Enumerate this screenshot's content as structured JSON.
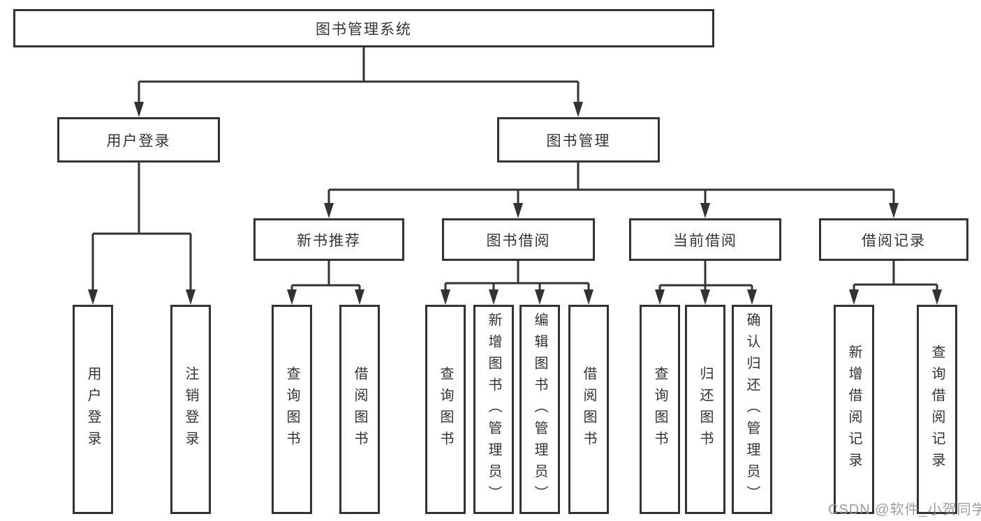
{
  "tree": {
    "label": "图书管理系统",
    "children": [
      {
        "label": "用户登录",
        "children": [
          {
            "label": "用户登录"
          },
          {
            "label": "注销登录"
          }
        ]
      },
      {
        "label": "图书管理",
        "children": [
          {
            "label": "新书推荐",
            "children": [
              {
                "label": "查询图书"
              },
              {
                "label": "借阅图书"
              }
            ]
          },
          {
            "label": "图书借阅",
            "children": [
              {
                "label": "查询图书"
              },
              {
                "label": "新增图书（管理员）"
              },
              {
                "label": "编辑图书（管理员）"
              },
              {
                "label": "借阅图书"
              }
            ]
          },
          {
            "label": "当前借阅",
            "children": [
              {
                "label": "查询图书"
              },
              {
                "label": "归还图书"
              },
              {
                "label": "确认归还（管理员）"
              }
            ]
          },
          {
            "label": "借阅记录",
            "children": [
              {
                "label": "新增借阅记录"
              },
              {
                "label": "查询借阅记录"
              }
            ]
          }
        ]
      }
    ]
  },
  "watermark": "CSDN @软件_小贺同学",
  "colors": {
    "line": "#333333",
    "text": "#333333",
    "watermark": "#949494",
    "background": "#ffffff"
  }
}
